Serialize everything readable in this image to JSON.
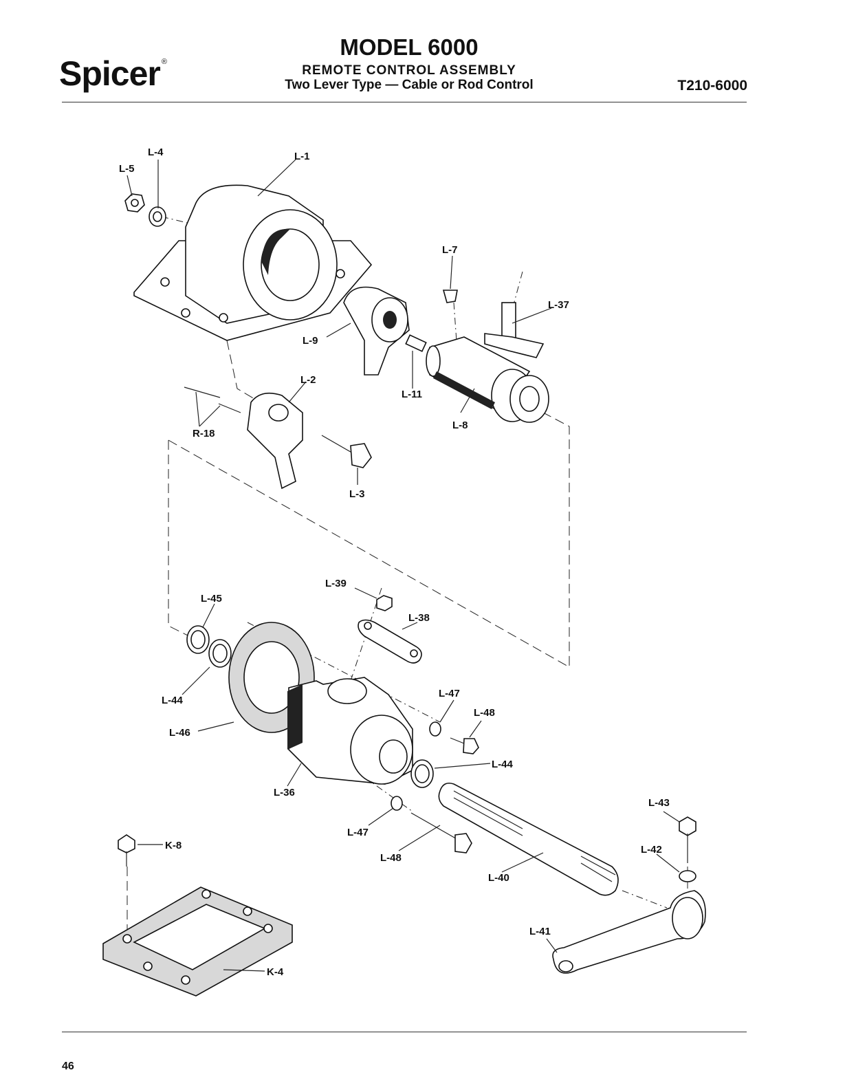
{
  "header": {
    "brand": "Spicer",
    "brand_mark": "®",
    "model": "MODEL 6000",
    "subtitle": "REMOTE CONTROL ASSEMBLY",
    "description": "Two Lever Type — Cable or Rod Control",
    "doc_number": "T210-6000"
  },
  "labels": {
    "l1": "L-1",
    "l2": "L-2",
    "l3": "L-3",
    "l4": "L-4",
    "l5": "L-5",
    "l7": "L-7",
    "l8": "L-8",
    "l9": "L-9",
    "l11": "L-11",
    "r18": "R-18",
    "l36": "L-36",
    "l37": "L-37",
    "l38": "L-38",
    "l39": "L-39",
    "l40": "L-40",
    "l41": "L-41",
    "l42": "L-42",
    "l43": "L-43",
    "l44a": "L-44",
    "l44b": "L-44",
    "l45": "L-45",
    "l46": "L-46",
    "l47a": "L-47",
    "l47b": "L-47",
    "l48a": "L-48",
    "l48b": "L-48",
    "k8": "K-8",
    "k4": "K-4"
  },
  "footer": {
    "page_number": "46"
  }
}
